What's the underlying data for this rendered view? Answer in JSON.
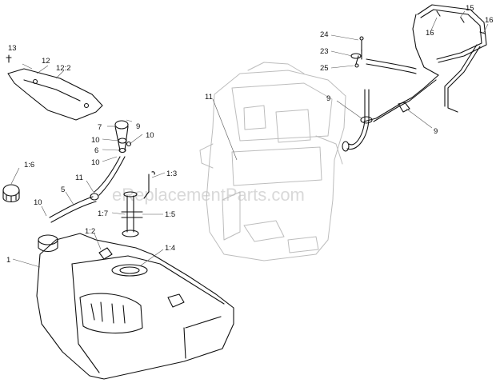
{
  "watermark": "eReplacementParts.com",
  "callouts": [
    {
      "id": "c-13",
      "text": "13"
    },
    {
      "id": "c-12",
      "text": "12"
    },
    {
      "id": "c-12-2",
      "text": "12:2"
    },
    {
      "id": "c-7",
      "text": "7"
    },
    {
      "id": "c-9a",
      "text": "9"
    },
    {
      "id": "c-10a",
      "text": "10"
    },
    {
      "id": "c-10b",
      "text": "10"
    },
    {
      "id": "c-6",
      "text": "6"
    },
    {
      "id": "c-10c",
      "text": "10"
    },
    {
      "id": "c-11a",
      "text": "11"
    },
    {
      "id": "c-1-6",
      "text": "1:6"
    },
    {
      "id": "c-11b",
      "text": "11"
    },
    {
      "id": "c-5",
      "text": "5"
    },
    {
      "id": "c-10d",
      "text": "10"
    },
    {
      "id": "c-1-3",
      "text": "1:3"
    },
    {
      "id": "c-1-7",
      "text": "1:7"
    },
    {
      "id": "c-1-5",
      "text": "1:5"
    },
    {
      "id": "c-1-2",
      "text": "1:2"
    },
    {
      "id": "c-1-4",
      "text": "1:4"
    },
    {
      "id": "c-1",
      "text": "1"
    },
    {
      "id": "c-24",
      "text": "24"
    },
    {
      "id": "c-23",
      "text": "23"
    },
    {
      "id": "c-25",
      "text": "25"
    },
    {
      "id": "c-15",
      "text": "15"
    },
    {
      "id": "c-16a",
      "text": "16"
    },
    {
      "id": "c-16b",
      "text": "16"
    },
    {
      "id": "c-9b",
      "text": "9"
    },
    {
      "id": "c-9c",
      "text": "9"
    }
  ]
}
